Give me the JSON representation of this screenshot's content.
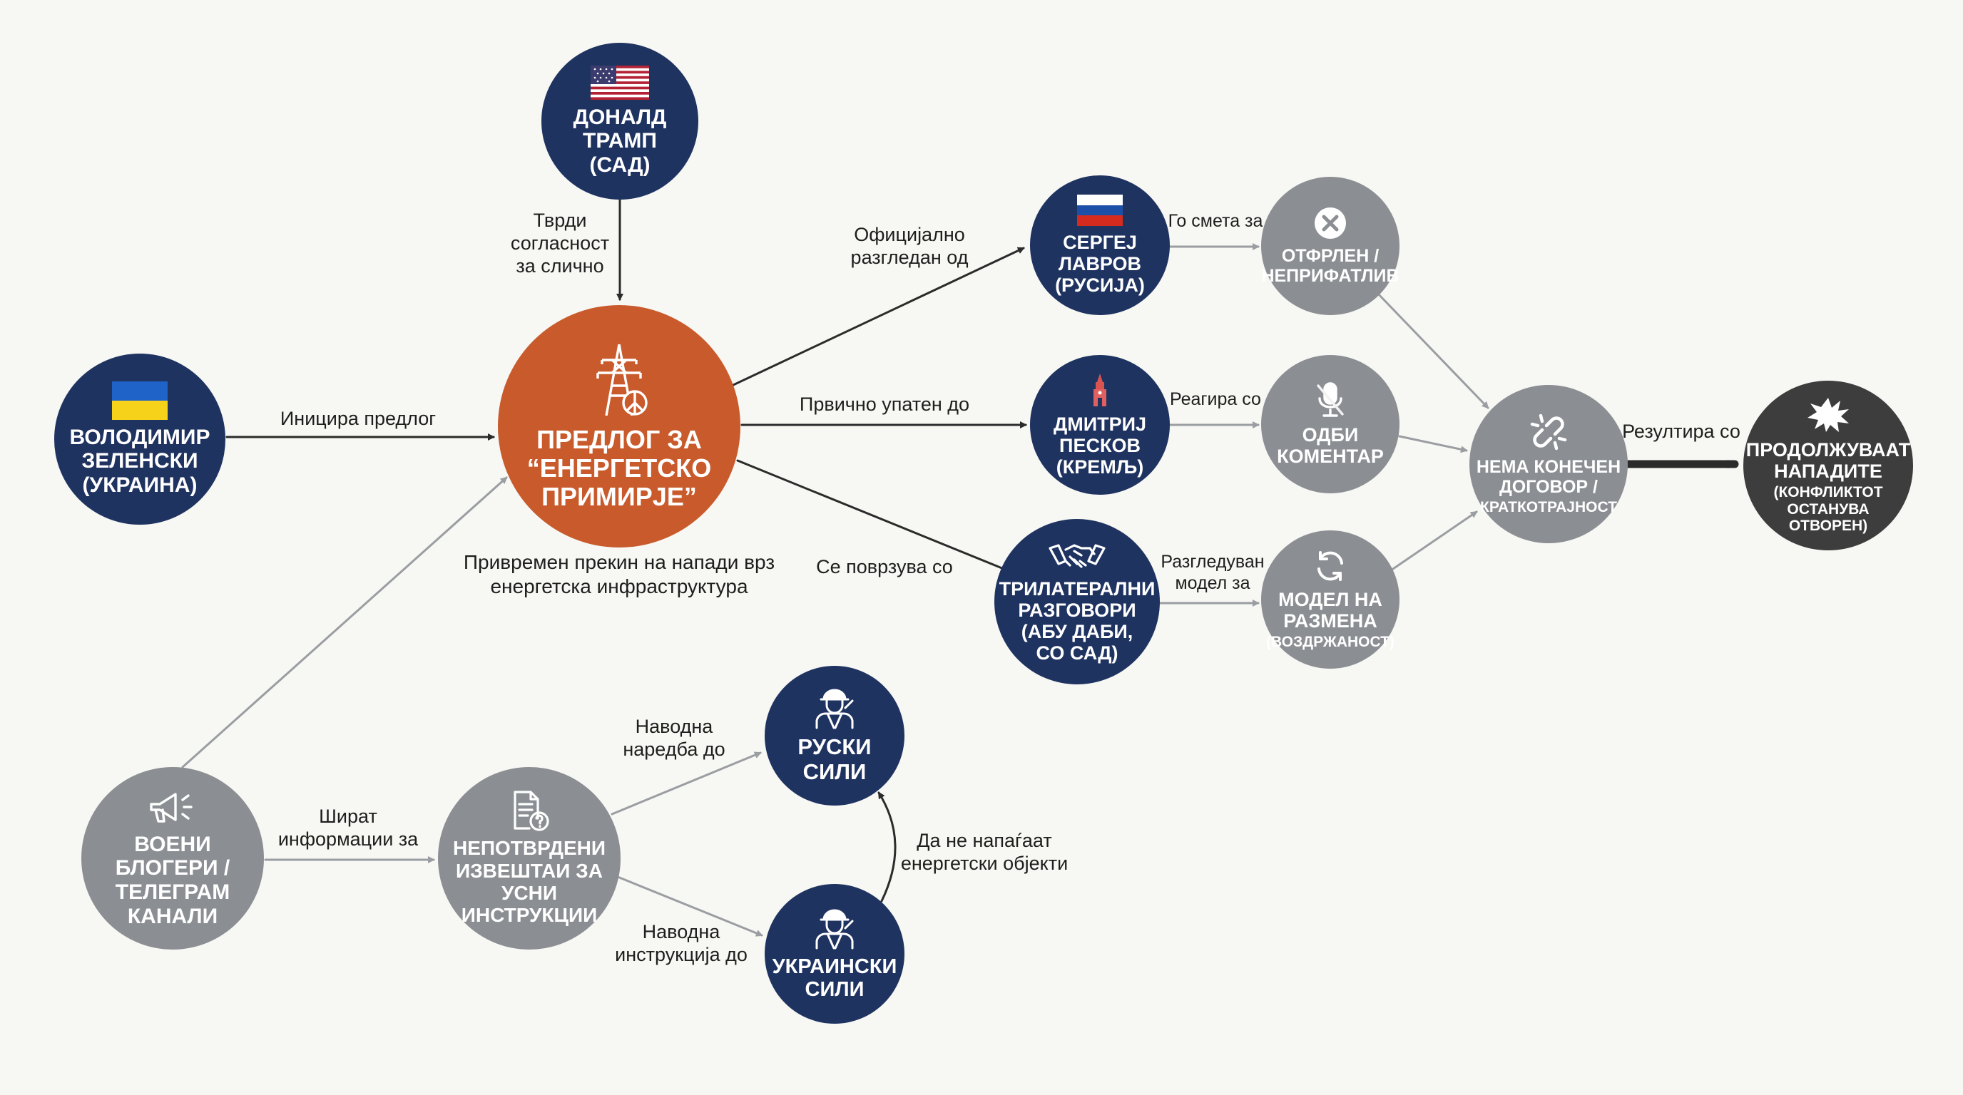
{
  "colors": {
    "navy": "#1f3361",
    "gray": "#8b8f93",
    "dark": "#3d3d3d",
    "orange": "#c85a2b",
    "arrow_dark": "#2b2b2b",
    "arrow_gray": "#9a9ea2",
    "background": "#f7f7f3"
  },
  "nodes": {
    "trump": {
      "label": "ДОНАЛД\nТРАМП\n(САД)",
      "icon": "us-flag-icon"
    },
    "zelensky": {
      "label": "ВОЛОДИМИР\nЗЕЛЕНСКИ\n(УКРАИНА)",
      "icon": "ukraine-flag-icon"
    },
    "proposal": {
      "label": "ПРЕДЛОГ ЗА\n“ЕНЕРГЕТСКО\nПРИМИРЈЕ”",
      "icon": "power-tower-peace-icon",
      "caption": "Привремен прекин на напади врз\nенергетска инфраструктура"
    },
    "lavrov": {
      "label": "СЕРГЕЈ\nЛАВРОВ\n(РУСИЈА)",
      "icon": "russia-flag-icon"
    },
    "peskov": {
      "label": "ДМИТРИЈ\nПЕСКОВ\n(КРЕМЉ)",
      "icon": "kremlin-tower-icon"
    },
    "trilateral": {
      "label": "ТРИЛАТЕРАЛНИ\nРАЗГОВОРИ\n(АБУ ДАБИ,\nСО САД)",
      "icon": "handshake-icon"
    },
    "rejected": {
      "label": "ОТФРЛЕН /\nНЕПРИФАТЛИВ",
      "icon": "close-circle-icon"
    },
    "no_comment": {
      "label": "ОДБИ\nКОМЕНТАР",
      "icon": "muted-mic-icon"
    },
    "exchange": {
      "label": "МОДЕЛ НА\nРАЗМЕНА",
      "sub": "(ВОЗДРЖАНОСТ)",
      "icon": "exchange-arrows-icon"
    },
    "no_deal": {
      "label": "НЕМА КОНЕЧЕН\nДОГОВОР /",
      "sub": "КРАТКОТРАЈНОСТ",
      "icon": "broken-link-icon"
    },
    "attacks": {
      "label": "ПРОДОЛЖУВААТ\nНАПАДИТЕ",
      "sub": "(КОНФЛИКТОТ\nОСТАНУВА\nОТВОРЕН)",
      "icon": "explosion-icon"
    },
    "bloggers": {
      "label": "ВОЕНИ\nБЛОГЕРИ /\nТЕЛЕГРАМ\nКАНАЛИ",
      "icon": "megaphone-icon"
    },
    "reports": {
      "label": "НЕПОТВРДЕНИ\nИЗВЕШТАИ ЗА\nУСНИ\nИНСТРУКЦИИ",
      "icon": "document-question-icon"
    },
    "russian_forces": {
      "label": "РУСКИ\nСИЛИ",
      "icon": "soldier-icon"
    },
    "ukrainian_forces": {
      "label": "УКРАИНСКИ\nСИЛИ",
      "icon": "soldier-icon"
    }
  },
  "edges": {
    "trump_proposal": "Тврди\nсогласност\nза слично",
    "zelensky_proposal": "Иницира предлог",
    "proposal_lavrov": "Официјално\nразгледан од",
    "proposal_peskov": "Првично упатен до",
    "proposal_trilateral": "Се поврзува со",
    "lavrov_rejected": "Го смета за",
    "peskov_nocomment": "Реагира со",
    "trilateral_exchange": "Разгледуван\nмодел за",
    "nodeal_attacks": "Резултира со",
    "bloggers_reports": "Шират\nинформации за",
    "reports_russian": "Наводна\nнаредба до",
    "reports_ukrainian": "Наводна\nинструкција до",
    "ukrainian_russian": "Да не напаѓаат\nенергетски објекти"
  }
}
